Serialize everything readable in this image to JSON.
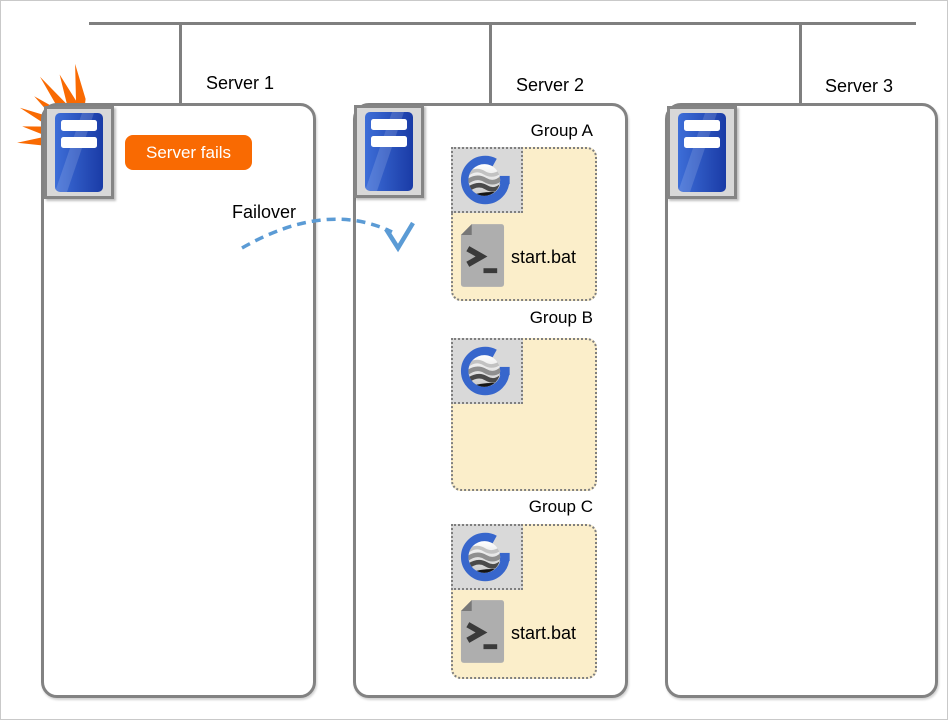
{
  "diagram": {
    "badge_label": "Server fails",
    "failover_label": "Failover"
  },
  "servers": [
    {
      "label": "Server 1"
    },
    {
      "label": "Server 2",
      "groups": [
        {
          "label": "Group A",
          "script_label": "start.bat"
        },
        {
          "label": "Group B"
        },
        {
          "label": "Group C",
          "script_label": "start.bat"
        }
      ]
    },
    {
      "label": "Server 3"
    }
  ],
  "icons": {
    "burst": "explosion-burst-icon",
    "server": "server-tower-icon",
    "logo": "g-globe-logo-icon",
    "terminal": "terminal-script-icon",
    "failover_arrow": "dashed-arc-arrow-icon"
  },
  "colors": {
    "accent_orange": "#F96A02",
    "arrow_blue": "#5B9BD5",
    "group_fill": "#FBEECA",
    "line_gray": "#7F7F7F",
    "server_blue_light": "#3D6ED8",
    "server_blue_dark": "#1A3BA6",
    "logo_blue": "#3766CC"
  }
}
